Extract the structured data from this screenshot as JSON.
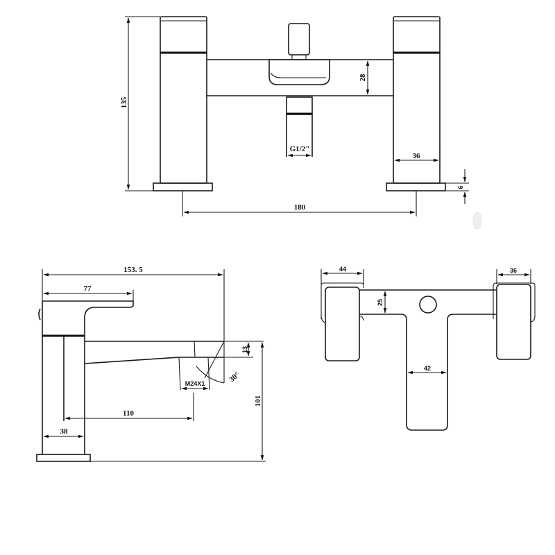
{
  "drawing": {
    "subject": "Bath filler technical drawing",
    "views": {
      "front": {
        "label": "front-view",
        "dimensions": {
          "overall_height": "135",
          "body_height": "28",
          "outlet_thread": "G1/2\"",
          "pillar_width": "36",
          "base_thickness": "6",
          "centres": "180"
        }
      },
      "side": {
        "label": "side-view",
        "dimensions": {
          "overall_depth": "153. 5",
          "handle_length": "77",
          "spout_thickness": "13",
          "spout_angle": "30°",
          "aerator_thread": "M24X1",
          "spout_reach": "110",
          "pillar_depth": "38",
          "spout_height": "101"
        }
      },
      "top": {
        "label": "top-view",
        "dimensions": {
          "handle_width_left": "44",
          "handle_width_right": "36",
          "body_depth": "25",
          "spout_width": "42"
        }
      }
    }
  }
}
